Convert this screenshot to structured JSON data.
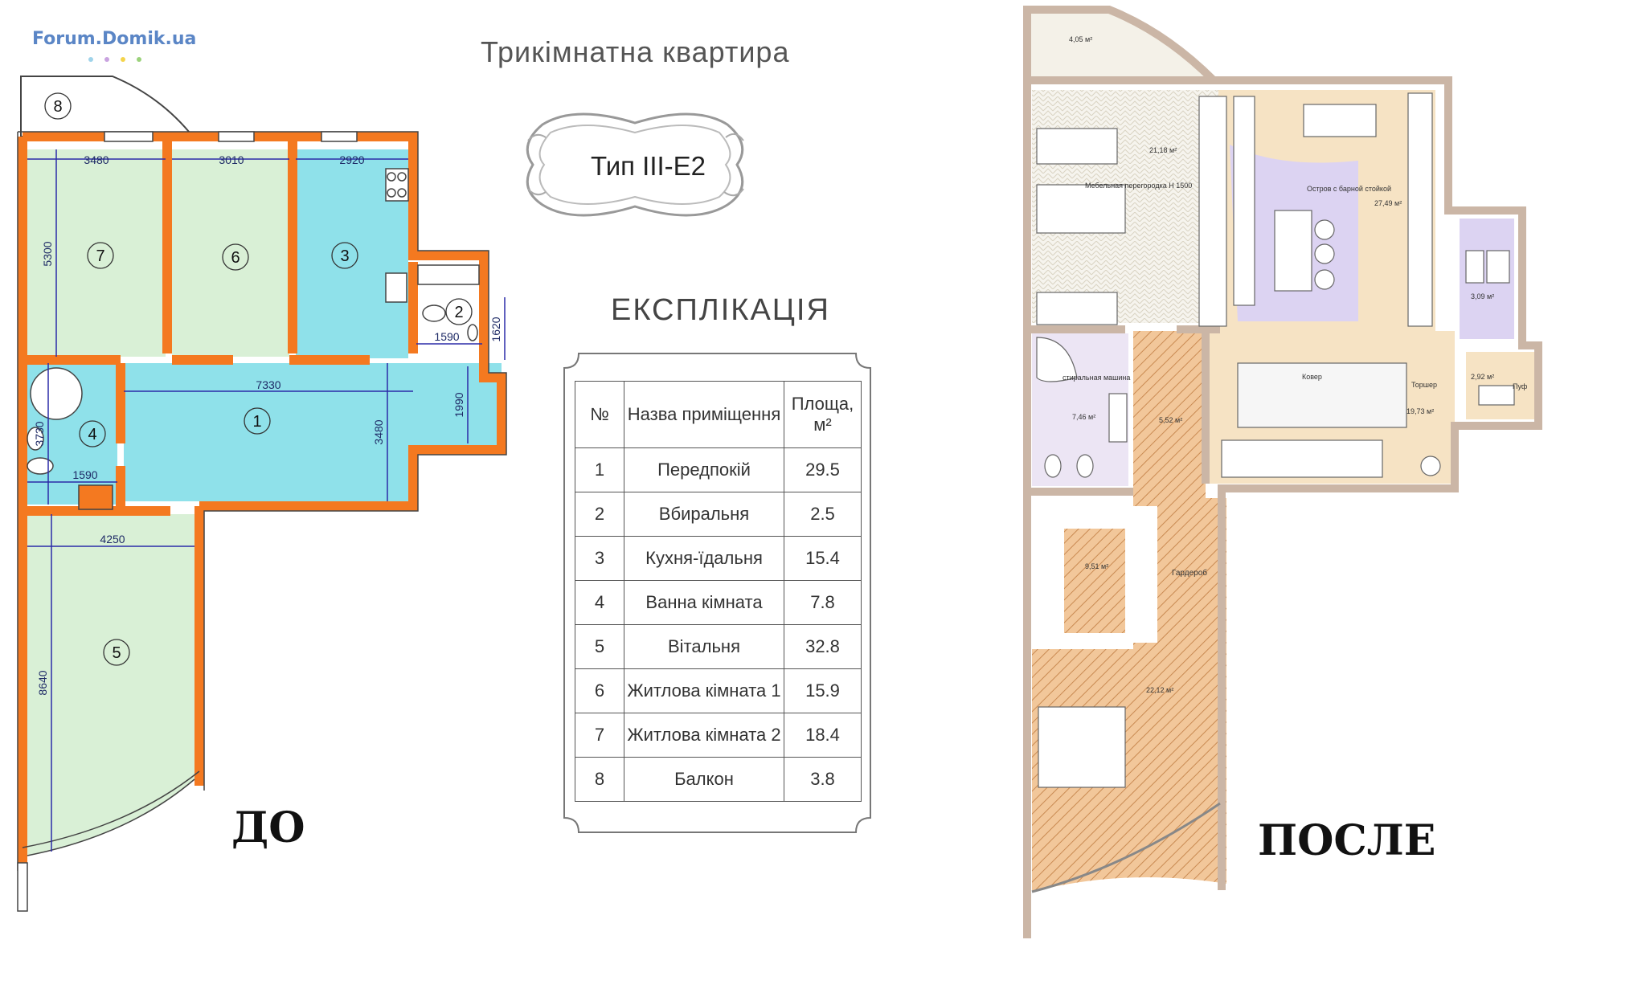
{
  "watermark": "Forum.Domik.ua",
  "title": "Трикімнатна квартира",
  "type_label": "Тип III-E2",
  "explication": {
    "heading": "ЕКСПЛІКАЦІЯ",
    "columns": [
      "№",
      "Назва приміщення",
      "Площа, м²"
    ],
    "rows": [
      {
        "n": "1",
        "name": "Передпокій",
        "area": "29.5"
      },
      {
        "n": "2",
        "name": "Вбиральня",
        "area": "2.5"
      },
      {
        "n": "3",
        "name": "Кухня-їдальня",
        "area": "15.4"
      },
      {
        "n": "4",
        "name": "Ванна кімната",
        "area": "7.8"
      },
      {
        "n": "5",
        "name": "Вітальня",
        "area": "32.8"
      },
      {
        "n": "6",
        "name": "Житлова кімната 1",
        "area": "15.9"
      },
      {
        "n": "7",
        "name": "Житлова кімната 2",
        "area": "18.4"
      },
      {
        "n": "8",
        "name": "Балкон",
        "area": "3.8"
      }
    ]
  },
  "labels": {
    "before": "ДО",
    "after": "ПОСЛЕ"
  },
  "before_plan": {
    "room_numbers": [
      "1",
      "2",
      "3",
      "4",
      "5",
      "6",
      "7",
      "8"
    ],
    "dimensions": {
      "d3480": "3480",
      "d3010": "3010",
      "d2920": "2920",
      "d5300": "5300",
      "d7330": "7330",
      "d3730": "3730",
      "d1590a": "1590",
      "d1590b": "1590",
      "d1620": "1620",
      "d1990": "1990",
      "d3480v": "3480",
      "d4250": "4250",
      "d8640": "8640"
    }
  },
  "after_plan": {
    "areas": {
      "balcony": "4,05 м²",
      "bedroom": "21,18 м²",
      "kitchen": "27,49 м²",
      "bath": "3,09 м²",
      "laundry": "7,46 м²",
      "corridor": "5,52 м²",
      "living": "19,73 м²",
      "hall": "2,92 м²",
      "wardrobe": "9,51 м²",
      "master": "22,12 м²"
    },
    "notes": {
      "partition": "Мебельная перегородка Н 1500",
      "island": "Остров с барной стойкой",
      "washer": "стиральная машина",
      "carpet": "Ковер",
      "lamp": "Торшер",
      "pouf": "Пуф",
      "wardrobe": "Гардероб"
    }
  },
  "colors": {
    "wall": "#f47920",
    "green": "#d9f0d6",
    "cyan": "#8fe1ea",
    "dim": "#2b2ba8",
    "after_wall": "#cbb6a6",
    "after_beige": "#f6e3c4",
    "after_lilac": "#dcd3f2",
    "after_orange": "#f2c79a"
  }
}
